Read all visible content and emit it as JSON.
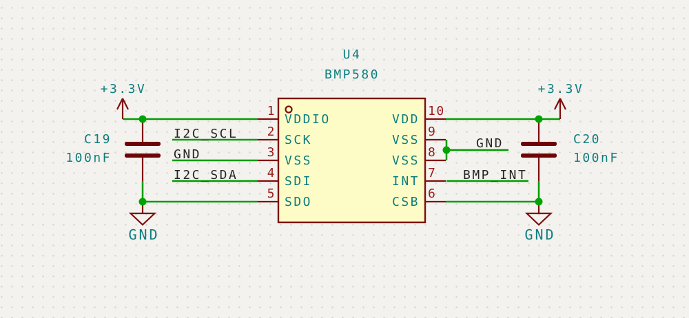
{
  "colors": {
    "background": "#F3F2EE",
    "grid_dot": "#D9D7D1",
    "wire": "#009C00",
    "junction": "#00A303",
    "symbol": "#7F0D0D",
    "plate": "#6E0404",
    "body_fill": "#FDFCC6",
    "pin_number": "#9A1B1B",
    "field_text": "#0E7E7E",
    "label": "#262626"
  },
  "ic": {
    "reference": "U4",
    "value": "BMP580",
    "left_pins": [
      {
        "number": "1",
        "name": "VDDIO"
      },
      {
        "number": "2",
        "name": "SCK"
      },
      {
        "number": "3",
        "name": "VSS"
      },
      {
        "number": "4",
        "name": "SDI"
      },
      {
        "number": "5",
        "name": "SDO"
      }
    ],
    "right_pins": [
      {
        "number": "10",
        "name": "VDD"
      },
      {
        "number": "9",
        "name": "VSS"
      },
      {
        "number": "8",
        "name": "VSS"
      },
      {
        "number": "7",
        "name": "INT"
      },
      {
        "number": "6",
        "name": "CSB"
      }
    ]
  },
  "capacitors": {
    "c19": {
      "reference": "C19",
      "value": "100nF"
    },
    "c20": {
      "reference": "C20",
      "value": "100nF"
    }
  },
  "power": {
    "left_rail": "+3.3V",
    "right_rail": "+3.3V",
    "left_gnd": "GND",
    "right_gnd": "GND"
  },
  "net_labels": {
    "i2c_scl": "I2C_SCL",
    "gnd_left": "GND",
    "i2c_sda": "I2C_SDA",
    "gnd_right": "GND",
    "bmp_int": "BMP_INT"
  }
}
